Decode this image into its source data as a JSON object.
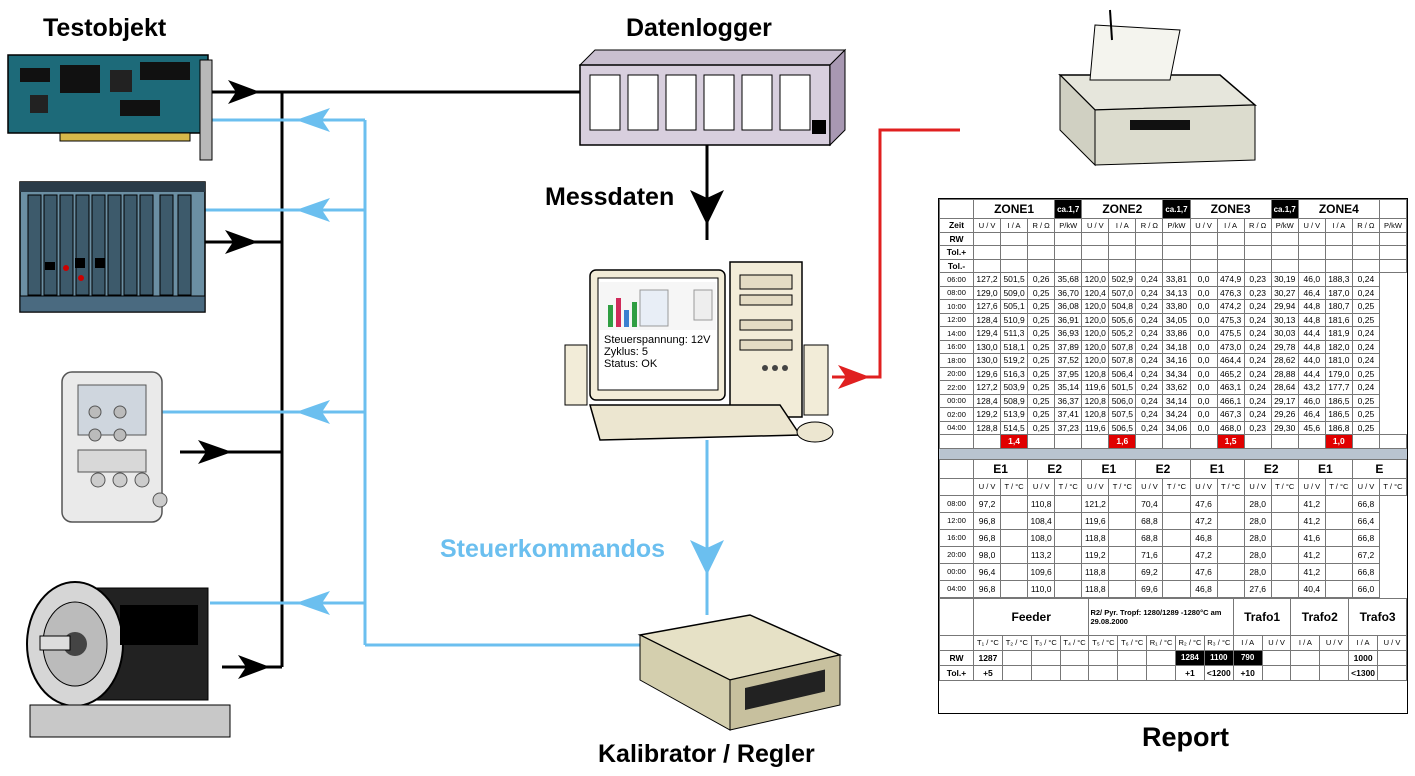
{
  "labels": {
    "testobjekt": "Testobjekt",
    "datenlogger": "Datenlogger",
    "messdaten": "Messdaten",
    "steuerkommandos": "Steuerkommandos",
    "kalibrator": "Kalibrator / Regler",
    "report": "Report"
  },
  "screen": {
    "line1": "Steuerspannung: 12V",
    "line2": "Zyklus: 5",
    "line3": "Status: OK"
  },
  "colors": {
    "data_line": "#000000",
    "command_line": "#6bbfef",
    "printer_line": "#e02020"
  },
  "report": {
    "zones": [
      {
        "name": "ZONE1",
        "badge": "ca.1,7"
      },
      {
        "name": "ZONE2",
        "badge": "ca.1,7"
      },
      {
        "name": "ZONE3",
        "badge": "ca.1,7"
      },
      {
        "name": "ZONE4",
        "badge": ""
      }
    ],
    "zone_cols": [
      "U / V",
      "I / A",
      "R / Ω",
      "P/kW"
    ],
    "time_col": "Zeit",
    "header_rows": [
      "RW",
      "Tol.+",
      "Tol.-"
    ],
    "rows": [
      [
        "06:00",
        "127,2",
        "501,5",
        "0,26",
        "35,68",
        "120,0",
        "502,9",
        "0,24",
        "33,81",
        "0,0",
        "474,9",
        "0,23",
        "30,19",
        "46,0",
        "188,3",
        "0,24"
      ],
      [
        "08:00",
        "129,0",
        "509,0",
        "0,25",
        "36,70",
        "120,4",
        "507,0",
        "0,24",
        "34,13",
        "0,0",
        "476,3",
        "0,23",
        "30,27",
        "46,4",
        "187,0",
        "0,24"
      ],
      [
        "10:00",
        "127,6",
        "505,1",
        "0,25",
        "36,08",
        "120,0",
        "504,8",
        "0,24",
        "33,80",
        "0,0",
        "474,2",
        "0,24",
        "29,94",
        "44,8",
        "180,7",
        "0,25"
      ],
      [
        "12:00",
        "128,4",
        "510,9",
        "0,25",
        "36,91",
        "120,0",
        "505,6",
        "0,24",
        "34,05",
        "0,0",
        "475,3",
        "0,24",
        "30,13",
        "44,8",
        "181,6",
        "0,25"
      ],
      [
        "14:00",
        "129,4",
        "511,3",
        "0,25",
        "36,93",
        "120,0",
        "505,2",
        "0,24",
        "33,86",
        "0,0",
        "475,5",
        "0,24",
        "30,03",
        "44,4",
        "181,9",
        "0,24"
      ],
      [
        "16:00",
        "130,0",
        "518,1",
        "0,25",
        "37,89",
        "120,0",
        "507,8",
        "0,24",
        "34,18",
        "0,0",
        "473,0",
        "0,24",
        "29,78",
        "44,8",
        "182,0",
        "0,24"
      ],
      [
        "18:00",
        "130,0",
        "519,2",
        "0,25",
        "37,52",
        "120,0",
        "507,8",
        "0,24",
        "34,16",
        "0,0",
        "464,4",
        "0,24",
        "28,62",
        "44,0",
        "181,0",
        "0,24"
      ],
      [
        "20:00",
        "129,6",
        "516,3",
        "0,25",
        "37,95",
        "120,8",
        "506,4",
        "0,24",
        "34,34",
        "0,0",
        "465,2",
        "0,24",
        "28,88",
        "44,4",
        "179,0",
        "0,25"
      ],
      [
        "22:00",
        "127,2",
        "503,9",
        "0,25",
        "35,14",
        "119,6",
        "501,5",
        "0,24",
        "33,62",
        "0,0",
        "463,1",
        "0,24",
        "28,64",
        "43,2",
        "177,7",
        "0,24"
      ],
      [
        "00:00",
        "128,4",
        "508,9",
        "0,25",
        "36,37",
        "120,8",
        "506,0",
        "0,24",
        "34,14",
        "0,0",
        "466,1",
        "0,24",
        "29,17",
        "46,0",
        "186,5",
        "0,25"
      ],
      [
        "02:00",
        "129,2",
        "513,9",
        "0,25",
        "37,41",
        "120,8",
        "507,5",
        "0,24",
        "34,24",
        "0,0",
        "467,3",
        "0,24",
        "29,26",
        "46,4",
        "186,5",
        "0,25"
      ],
      [
        "04:00",
        "128,8",
        "514,5",
        "0,25",
        "37,23",
        "119,6",
        "506,5",
        "0,24",
        "34,06",
        "0,0",
        "468,0",
        "0,23",
        "29,30",
        "45,6",
        "186,8",
        "0,25"
      ]
    ],
    "red_values": [
      "1,4",
      "1,6",
      "1,5",
      "1,0"
    ],
    "e_headers": [
      "E1",
      "E2",
      "E1",
      "E2",
      "E1",
      "E2",
      "E1",
      "E"
    ],
    "e_cols": [
      "U / V",
      "T / °C"
    ],
    "e_rows": [
      [
        "08:00",
        "97,2",
        "",
        "110,8",
        "",
        "121,2",
        "",
        "70,4",
        "",
        "47,6",
        "",
        "28,0",
        "",
        "41,2",
        "",
        "66,8"
      ],
      [
        "12:00",
        "96,8",
        "",
        "108,4",
        "",
        "119,6",
        "",
        "68,8",
        "",
        "47,2",
        "",
        "28,0",
        "",
        "41,2",
        "",
        "66,4"
      ],
      [
        "16:00",
        "96,8",
        "",
        "108,0",
        "",
        "118,8",
        "",
        "68,8",
        "",
        "46,8",
        "",
        "28,0",
        "",
        "41,6",
        "",
        "66,8"
      ],
      [
        "20:00",
        "98,0",
        "",
        "113,2",
        "",
        "119,2",
        "",
        "71,6",
        "",
        "47,2",
        "",
        "28,0",
        "",
        "41,2",
        "",
        "67,2"
      ],
      [
        "00:00",
        "96,4",
        "",
        "109,6",
        "",
        "118,8",
        "",
        "69,2",
        "",
        "47,6",
        "",
        "28,0",
        "",
        "41,2",
        "",
        "66,8"
      ],
      [
        "04:00",
        "96,8",
        "",
        "110,0",
        "",
        "118,8",
        "",
        "69,6",
        "",
        "46,8",
        "",
        "27,6",
        "",
        "40,4",
        "",
        "66,0"
      ]
    ],
    "feeder": {
      "title": "Feeder",
      "note": "R2/ Pyr. Tropf: 1280/1289 -1280°C am 29.08.2000",
      "trafo1": "Trafo1",
      "trafo2": "Trafo2",
      "trafo3": "Trafo3",
      "cols": [
        "T₁ / °C",
        "T₂ / °C",
        "T₃ / °C",
        "T₄ / °C",
        "T₅ / °C",
        "T₆ / °C",
        "R₁ / °C",
        "R₂ / °C",
        "R₃ / °C",
        "I / A",
        "U / V",
        "I / A",
        "U / V",
        "I / A",
        "U / V"
      ],
      "rw_label": "RW",
      "tol_label": "Tol.+",
      "rw": [
        "1287",
        "",
        "",
        "",
        "",
        "",
        "",
        "1284",
        "1100",
        "790",
        "",
        "",
        "",
        "1000",
        ""
      ],
      "tol": [
        "+5",
        "",
        "",
        "",
        "",
        "",
        "",
        "+1",
        "<1200",
        "+10",
        "",
        "",
        "",
        "<1300",
        ""
      ]
    }
  }
}
